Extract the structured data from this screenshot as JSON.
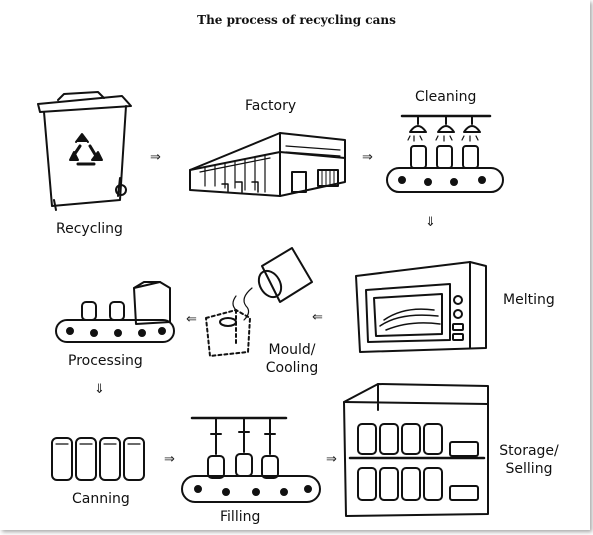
{
  "title": "The process of recycling cans",
  "stages": {
    "recycling": "Recycling",
    "factory": "Factory",
    "cleaning": "Cleaning",
    "melting": "Melting",
    "mould_line1": "Mould/",
    "mould_line2": "Cooling",
    "processing": "Processing",
    "canning": "Canning",
    "filling": "Filling",
    "storage_line1": "Storage/",
    "storage_line2": "Selling"
  },
  "icons": {
    "bin": "recycle-bin-icon",
    "factory": "factory-icon",
    "cleaning": "cleaning-conveyor-icon",
    "oven": "melting-oven-icon",
    "mould": "mould-cooling-icon",
    "processing": "processing-machine-icon",
    "cans": "cans-icon",
    "filling": "filling-conveyor-icon",
    "shelf": "storage-shelf-icon"
  },
  "colors": {
    "ink": "#111111",
    "background": "#ffffff"
  }
}
